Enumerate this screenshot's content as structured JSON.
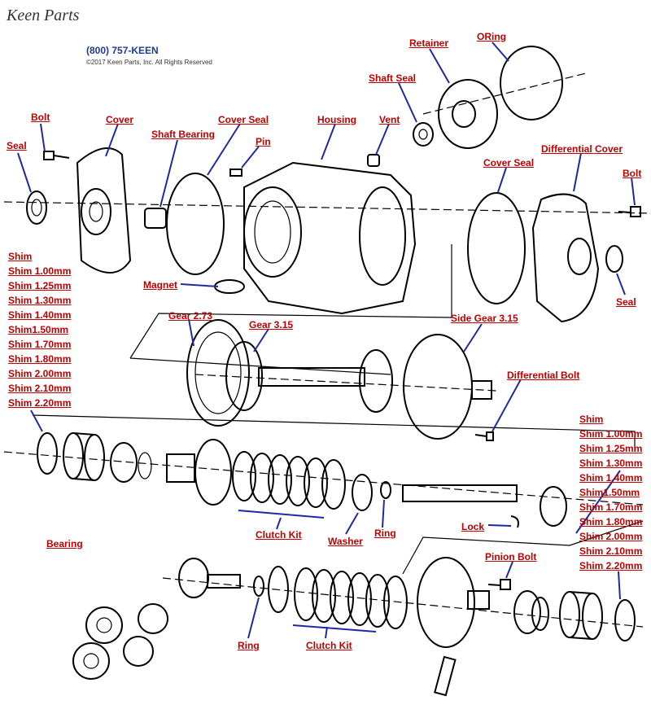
{
  "brand": {
    "logo_text": "Keen Parts",
    "phone": "(800) 757-KEEN",
    "copyright": "©2017 Keen Parts, Inc. All Rights Reserved"
  },
  "colors": {
    "label": "#c00000",
    "arrow": "#1f2aa0",
    "phone": "#1f3a93"
  },
  "labels": {
    "seal_left": "Seal",
    "bolt_left": "Bolt",
    "cover": "Cover",
    "shaft_bearing": "Shaft Bearing",
    "cover_seal_top": "Cover Seal",
    "pin": "Pin",
    "housing": "Housing",
    "vent": "Vent",
    "shaft_seal": "Shaft Seal",
    "retainer": "Retainer",
    "oring": "ORing",
    "cover_seal_right": "Cover Seal",
    "differential_cover": "Differential Cover",
    "bolt_right": "Bolt",
    "seal_right": "Seal",
    "magnet": "Magnet",
    "gear_273": "Gear 2.73",
    "gear_315": "Gear 3.15",
    "side_gear": "Side Gear 3.15",
    "differential_bolt": "Differential Bolt",
    "clutch_kit_1": "Clutch Kit",
    "washer": "Washer",
    "ring_1": "Ring",
    "lock": "Lock",
    "bearing": "Bearing",
    "pinion_bolt": "Pinion Bolt",
    "ring_2": "Ring",
    "clutch_kit_2": "Clutch Kit"
  },
  "shim_list_left": [
    "Shim",
    "Shim 1.00mm",
    "Shim 1.25mm",
    "Shim 1.30mm",
    "Shim 1.40mm",
    "Shim1.50mm",
    "Shim 1.70mm",
    "Shim 1.80mm",
    "Shim 2.00mm",
    "Shim 2.10mm",
    "Shim 2.20mm"
  ],
  "shim_list_right": [
    "Shim",
    "Shim 1.00mm",
    "Shim 1.25mm",
    "Shim 1.30mm",
    "Shim 1.40mm",
    "Shim1.50mm",
    "Shim 1.70mm",
    "Shim 1.80mm",
    "Shim 2.00mm",
    "Shim 2.10mm",
    "Shim 2.20mm"
  ]
}
